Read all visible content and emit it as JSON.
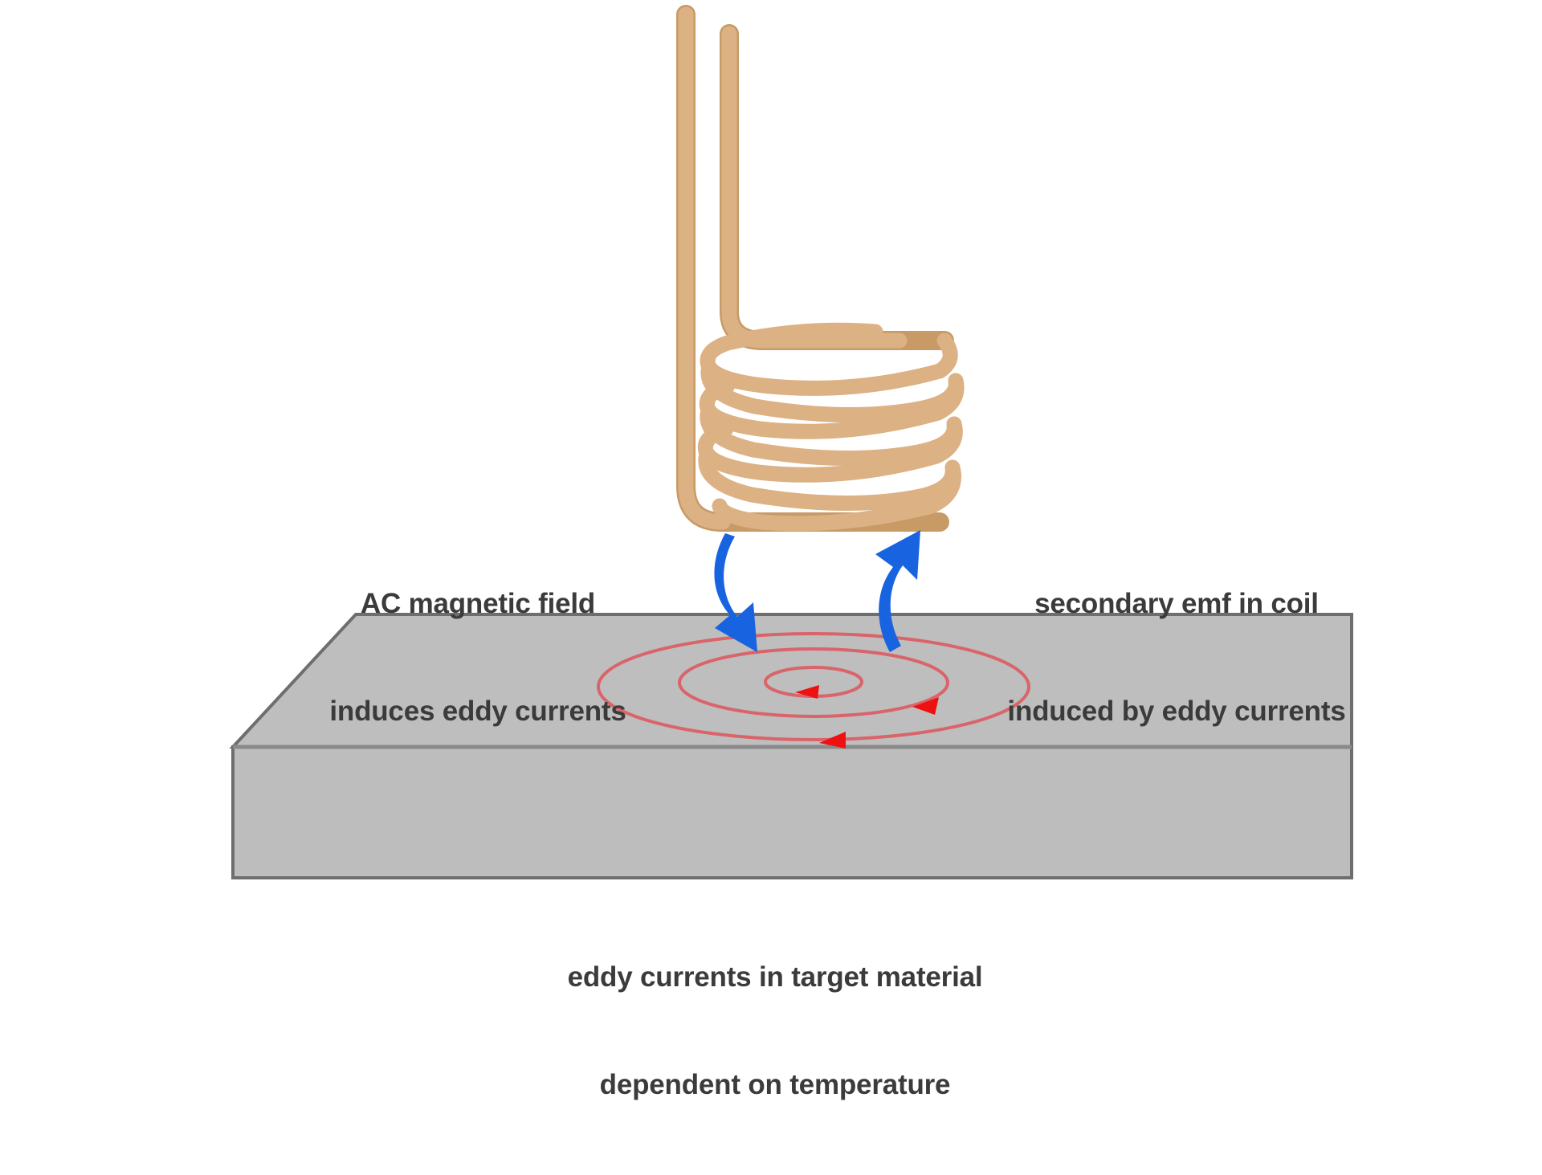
{
  "diagram": {
    "title": "Eddy current induction heating / sensing diagram",
    "background_color": "#ffffff"
  },
  "labels": {
    "left": {
      "line1": "AC magnetic field",
      "line2": "induces eddy currents"
    },
    "right": {
      "line1": "secondary emf in coil",
      "line2": "induced by eddy currents"
    },
    "bottom": {
      "line1": "eddy currents in target material",
      "line2": "dependent on temperature"
    }
  },
  "colors": {
    "coil_fill": "#dcb183",
    "coil_stroke": "#c79a66",
    "slab_top_fill": "#bebebe",
    "slab_front_fill": "#bdbdbd",
    "slab_stroke": "#6e6e6e",
    "eddy_current": "#d9646a",
    "eddy_arrowhead": "#ee1111",
    "field_arrow": "#1763e0",
    "text": "#3b3b3b"
  },
  "elements": {
    "coil": {
      "name": "induction coil",
      "turns": 3,
      "lead_count": 2,
      "material": "copper"
    },
    "slab": {
      "name": "target material slab",
      "shape": "3d-parallelepiped"
    },
    "eddy_spiral": {
      "name": "eddy current loops",
      "ring_count": 3,
      "direction": "counter-clockwise"
    },
    "field_arrows": {
      "left": "downward curved arrow",
      "right": "upward curved arrow"
    }
  }
}
